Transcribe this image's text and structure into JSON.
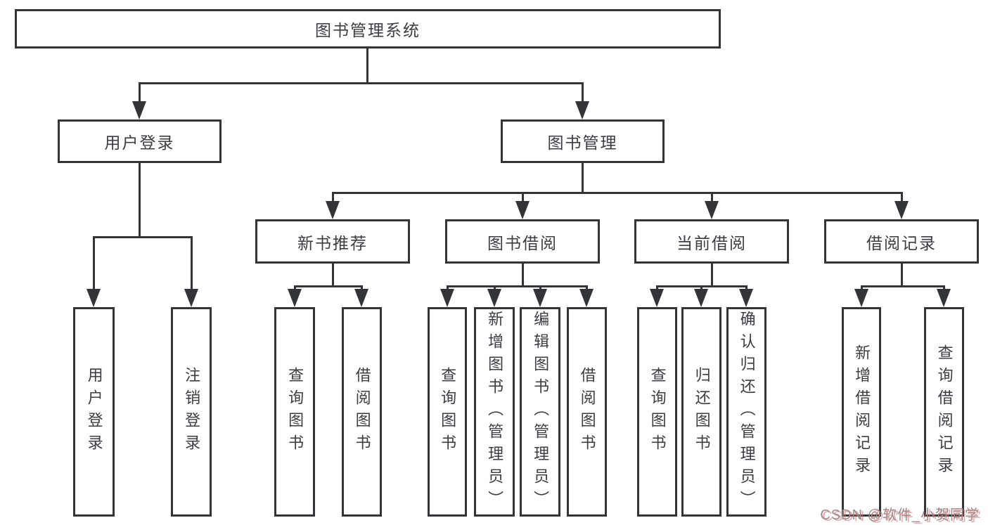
{
  "colors": {
    "line": "#333438",
    "text": "#3c3d42",
    "box_fill": "#ffffff",
    "background": "#ffffff",
    "watermark_gray": "#8f8f8f",
    "watermark_red": "#fa6060"
  },
  "tree": {
    "root": {
      "label": "图书管理系统"
    },
    "level2": [
      {
        "label": "用户登录"
      },
      {
        "label": "图书管理"
      }
    ],
    "level3": [
      {
        "label": "新书推荐"
      },
      {
        "label": "图书借阅"
      },
      {
        "label": "当前借阅"
      },
      {
        "label": "借阅记录"
      }
    ],
    "leaves": [
      {
        "label": "用户登录"
      },
      {
        "label": "注销登录"
      },
      {
        "label": "查询图书"
      },
      {
        "label": "借阅图书"
      },
      {
        "label": "查询图书"
      },
      {
        "label": "新增图书（管理员）"
      },
      {
        "label": "编辑图书（管理员）"
      },
      {
        "label": "借阅图书"
      },
      {
        "label": "查询图书"
      },
      {
        "label": "归还图书"
      },
      {
        "label": "确认归还（管理员）"
      },
      {
        "label": "新增借阅记录"
      },
      {
        "label": "查询借阅记录"
      }
    ]
  },
  "watermark": {
    "text": "CSDN @软件_小贺同学"
  }
}
